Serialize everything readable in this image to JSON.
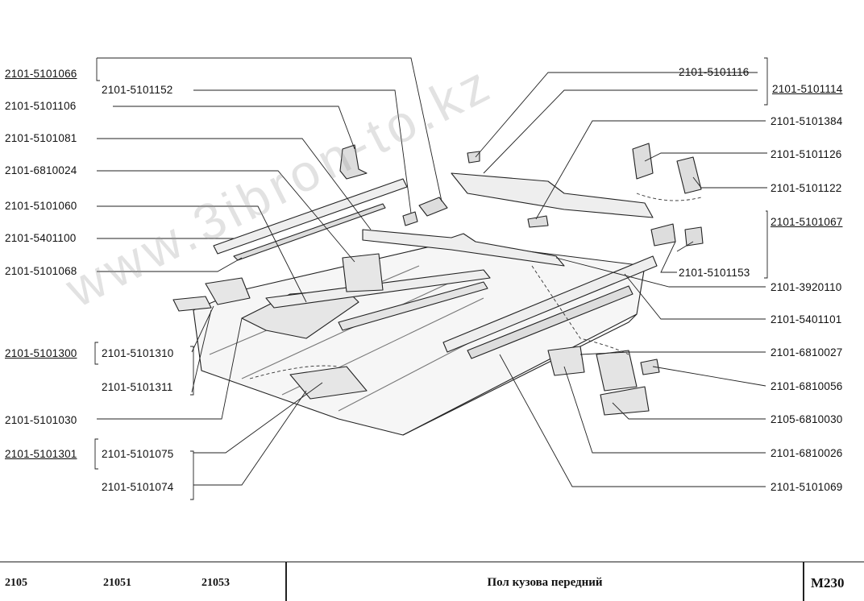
{
  "labels": {
    "l1": "2101-5101066",
    "l2": "2101-5101152",
    "l3": "2101-5101106",
    "l4": "2101-5101081",
    "l5": "2101-6810024",
    "l6": "2101-5101060",
    "l7": "2101-5401100",
    "l8": "2101-5101068",
    "l9": "2101-5101300",
    "l10": "2101-5101310",
    "l11": "2101-5101311",
    "l12": "2101-5101030",
    "l13": "2101-5101301",
    "l14": "2101-5101075",
    "l15": "2101-5101074",
    "r1": "2101-5101116",
    "r2": "2101-5101114",
    "r3": "2101-5101384",
    "r4": "2101-5101126",
    "r5": "2101-5101122",
    "r6": "2101-5101067",
    "r7": "2101-5101153",
    "r8": "2101-3920110",
    "r9": "2101-5401101",
    "r10": "2101-6810027",
    "r11": "2101-6810056",
    "r12": "2105-6810030",
    "r13": "2101-6810026",
    "r14": "2101-5101069"
  },
  "watermark": "www.3ibron-to.kz",
  "footer": {
    "model1": "2105",
    "model2": "21051",
    "model3": "21053",
    "title": "Пол кузова передний",
    "code": "M230"
  }
}
